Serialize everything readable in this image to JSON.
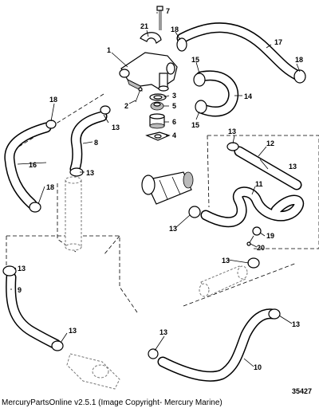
{
  "callouts": {
    "c1": "1",
    "c2": "2",
    "c3": "3",
    "c4": "4",
    "c5": "5",
    "c6": "6",
    "c7": "7",
    "c8": "8",
    "c9": "9",
    "c10": "10",
    "c11": "11",
    "c12": "12",
    "c13a": "13",
    "c13b": "13",
    "c13c": "13",
    "c13d": "13",
    "c13e": "13",
    "c13f": "13",
    "c13g": "13",
    "c13h": "13",
    "c13i": "13",
    "c13j": "13",
    "c14": "14",
    "c15a": "15",
    "c15b": "15",
    "c16": "16",
    "c17": "17",
    "c18a": "18",
    "c18b": "18",
    "c18c": "18",
    "c18d": "18",
    "c19": "19",
    "c20": "20",
    "c21": "21"
  },
  "reference_number": "35427",
  "caption": "MercuryPartsOnline v2.5.1 (Image Copyright- Mercury Marine)"
}
